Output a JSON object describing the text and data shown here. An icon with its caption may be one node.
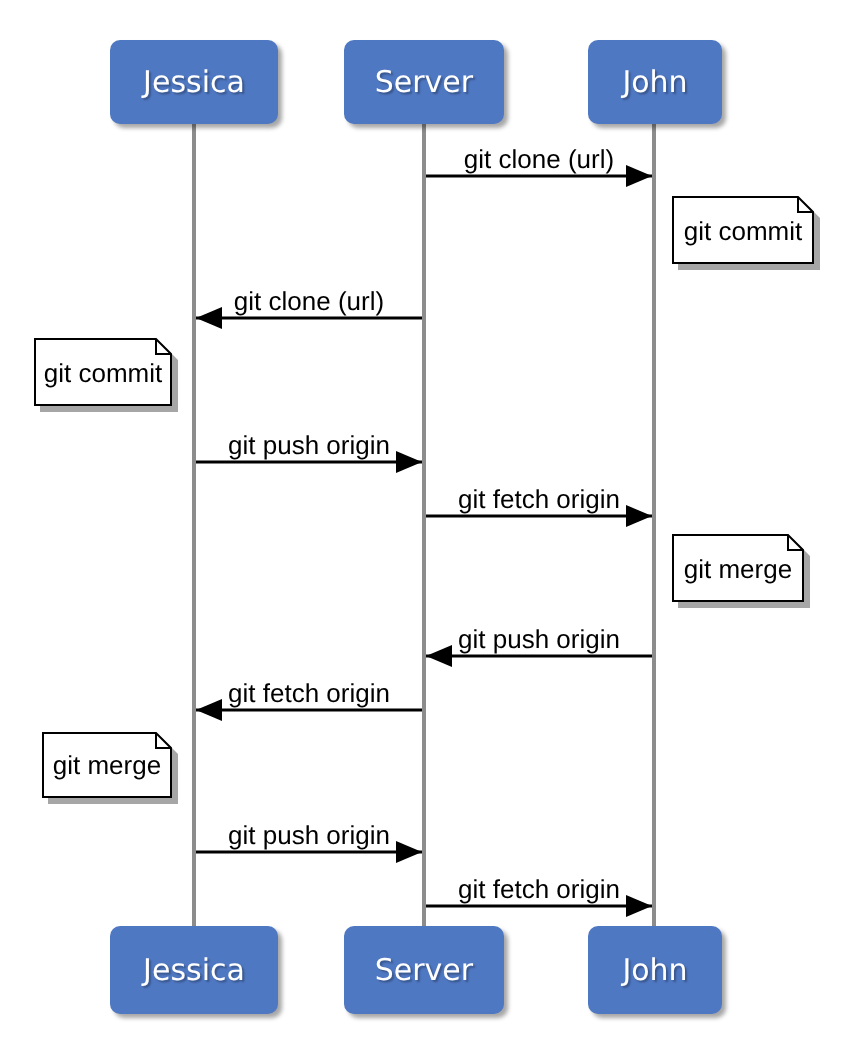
{
  "diagram": {
    "nodes": [
      {
        "text": [
          "Jessica"
        ]
      },
      {
        "text": [
          "Server"
        ]
      },
      {
        "text": [
          "John"
        ]
      },
      {
        "text": [],
        "shape": "line"
      },
      {
        "text": [],
        "shape": "line"
      },
      {
        "text": [],
        "shape": "line"
      },
      {
        "text": [
          "git commit"
        ]
      },
      {
        "text": [
          "git commit"
        ]
      },
      {
        "text": [
          "git merge"
        ]
      },
      {
        "text": [
          "git merge"
        ]
      },
      {
        "text": [
          "Jessica"
        ]
      },
      {
        "text": [
          "Server"
        ]
      },
      {
        "text": [
          "John"
        ]
      }
    ],
    "edges": [
      {
        "from": 4,
        "to": 5,
        "arrow": "to",
        "label": "git clone (url)"
      },
      {
        "from": 4,
        "to": 3,
        "arrow": "to",
        "label": "git clone (url)"
      },
      {
        "from": 3,
        "to": 4,
        "arrow": "to",
        "label": "git push origin"
      },
      {
        "from": 4,
        "to": 5,
        "arrow": "to",
        "label": "git fetch origin"
      },
      {
        "from": 5,
        "to": 4,
        "arrow": "to",
        "label": "git push origin"
      },
      {
        "from": 4,
        "to": 3,
        "arrow": "to",
        "label": "git fetch origin"
      },
      {
        "from": 3,
        "to": 4,
        "arrow": "to",
        "label": "git push origin"
      },
      {
        "from": 4,
        "to": 5,
        "arrow": "to",
        "label": "git fetch origin"
      }
    ]
  }
}
